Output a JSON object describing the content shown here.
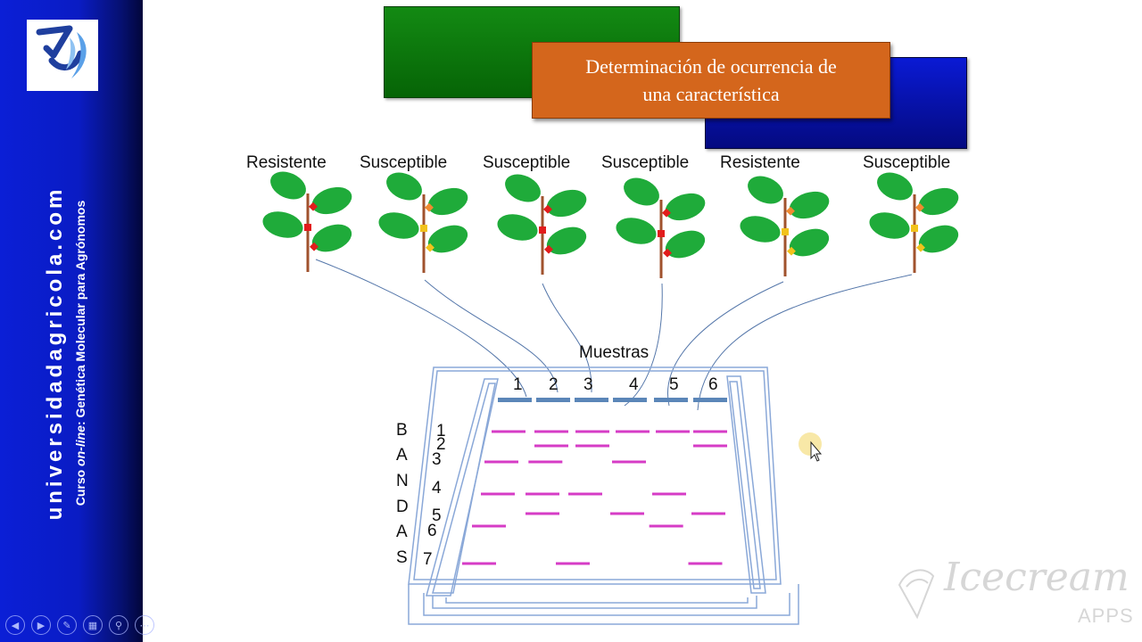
{
  "sidebar": {
    "site": "universidadagricola.com",
    "course_prefix": "Curso ",
    "course_italic": "on-line",
    "course_rest": ": Genética Molecular para Agrónomos",
    "controls": [
      "prev-icon",
      "next-icon",
      "pen-icon",
      "slides-icon",
      "zoom-icon",
      "more-icon"
    ]
  },
  "title": {
    "line1": "Determinación de ocurrencia de",
    "line2": "una característica"
  },
  "plants": [
    {
      "label": "Resistente",
      "marker": "red"
    },
    {
      "label": "Susceptible",
      "marker": "yellow"
    },
    {
      "label": "Susceptible",
      "marker": "red"
    },
    {
      "label": "Susceptible",
      "marker": "red"
    },
    {
      "label": "Resistente",
      "marker": "yellow"
    },
    {
      "label": "Susceptible",
      "marker": "yellow"
    }
  ],
  "gel": {
    "samples_label": "Muestras",
    "lanes": [
      "1",
      "2",
      "3",
      "4",
      "5",
      "6"
    ],
    "bandas_letters": [
      "B",
      "A",
      "N",
      "D",
      "A",
      "S"
    ],
    "band_numbers": [
      "1",
      "2",
      "3",
      "4",
      "5",
      "6",
      "7"
    ],
    "bands_by_lane": [
      [
        1,
        3,
        4,
        6,
        7
      ],
      [
        1,
        2,
        3,
        4,
        5
      ],
      [
        1,
        2,
        4,
        7
      ],
      [
        1,
        3,
        5
      ],
      [
        1,
        4,
        6
      ],
      [
        1,
        2,
        5,
        7
      ]
    ]
  },
  "colors": {
    "band": "#d63cc6",
    "well": "#5b86b8",
    "leaf": "#1fab3a",
    "stem": "#a0522d",
    "title_box": "#d4661c"
  },
  "watermark": {
    "brand": "Icecream",
    "sub": "APPS"
  }
}
